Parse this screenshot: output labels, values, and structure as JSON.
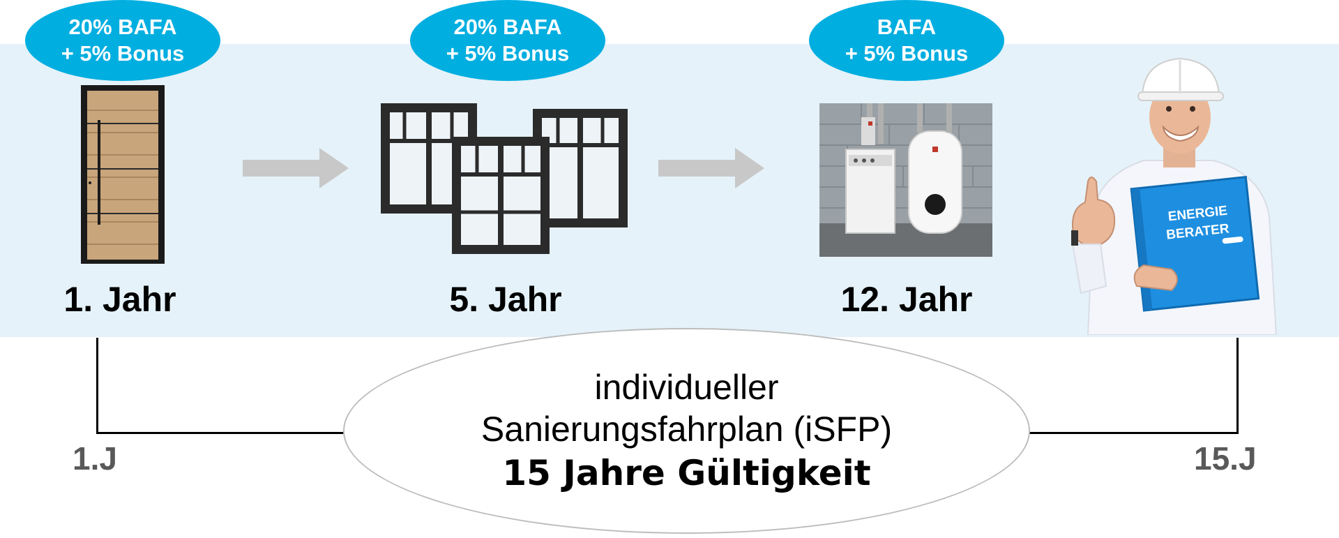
{
  "steps": [
    {
      "badge_line1": "20% BAFA",
      "badge_line2": "+ 5% Bonus",
      "label": "1. Jahr",
      "item": "door-icon"
    },
    {
      "badge_line1": "20% BAFA",
      "badge_line2": "+ 5% Bonus",
      "label": "5. Jahr",
      "item": "windows-icon"
    },
    {
      "badge_line1": "BAFA",
      "badge_line2": "+ 5% Bonus",
      "label": "12. Jahr",
      "item": "heating-system-icon"
    }
  ],
  "advisor": {
    "folder_line1": "ENERGIE",
    "folder_line2": "BERATER"
  },
  "timeline": {
    "start_label": "1.J",
    "end_label": "15.J"
  },
  "plan": {
    "line1": "individueller",
    "line2": "Sanierungsfahrplan (iSFP)",
    "line3": "15 Jahre Gültigkeit"
  },
  "colors": {
    "band": "#e5f2f9",
    "badge": "#00aee0",
    "arrow": "#c8c8c8",
    "folder": "#1e8fe0"
  }
}
